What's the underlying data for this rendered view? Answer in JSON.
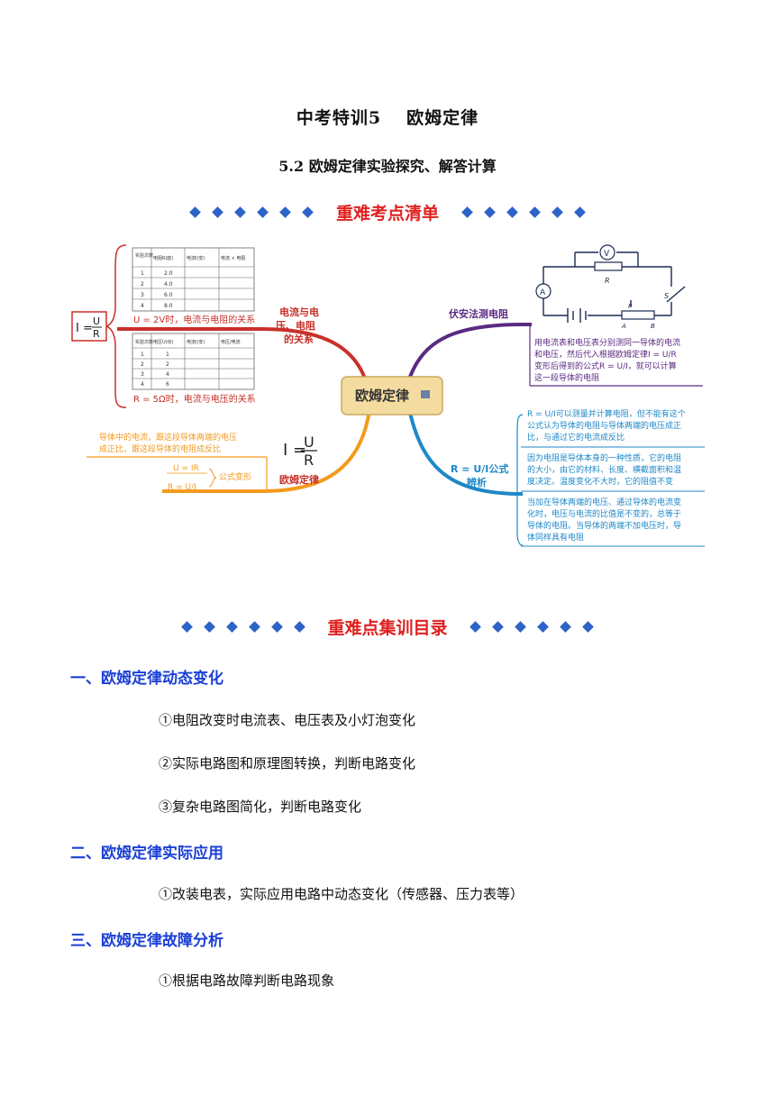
{
  "header": {
    "title_part1": "中考特训5",
    "title_part2": "欧姆定律",
    "subtitle": "5.2 欧姆定律实验探究、解答计算"
  },
  "banners": {
    "key_points": "重难考点清单",
    "catalog": "重难点集训目录"
  },
  "mindmap": {
    "center": "欧姆定律",
    "formula_I_left": "I =",
    "formula_U": "U",
    "formula_R": "R",
    "left_branch": {
      "label_line1": "电流与电",
      "label_line2": "压、电阻",
      "label_line3": "的关系",
      "table1": {
        "headers": [
          "实验次数",
          "电阻R(欧)",
          "电流I(安)",
          "电流 × 电阻"
        ],
        "rows": [
          [
            "1",
            "2.0"
          ],
          [
            "2",
            "4.0"
          ],
          [
            "3",
            "6.0"
          ],
          [
            "4",
            "8.0"
          ]
        ],
        "caption": "U = 2V时，电流与电阻的关系"
      },
      "table2": {
        "headers": [
          "实验次数",
          "电压U(伏)",
          "电流I(安)",
          "电压/电流"
        ],
        "rows": [
          [
            "1",
            "1"
          ],
          [
            "2",
            "2"
          ],
          [
            "3",
            "4"
          ],
          [
            "4",
            "6"
          ]
        ],
        "caption": "R = 5Ω时，电流与电压的关系"
      }
    },
    "ohm_branch": {
      "label": "欧姆定律",
      "statement_line1": "导体中的电流，跟这段导体两端的电压",
      "statement_line2": "成正比，跟这段导体的电阻成反比",
      "transform_label": "公式变形",
      "formula1": "U = IR",
      "formula2": "R = U/I"
    },
    "voltammeter_branch": {
      "label": "伏安法测电阻",
      "text_lines": [
        "用电流表和电压表分别测同一导体的电流",
        "和电压，然后代入根据欧姆定律I = U/R",
        "变形后得到的公式R = U/I，就可以计算",
        "这一段导体的电阻"
      ],
      "circuit_labels": {
        "voltmeter": "V",
        "ammeter": "A",
        "resistor": "R",
        "switch": "S",
        "slider": "P",
        "end_a": "A",
        "end_b": "B"
      }
    },
    "analysis_branch": {
      "label_line1": "R = U/I公式",
      "label_line2": "辨析",
      "box1_lines": [
        "R = U/I可以测量并计算电阻，但不能有这个",
        "公式认为导体的电阻与导体两端的电压成正",
        "比，与通过它的电流成反比"
      ],
      "box2_lines": [
        "因为电阻是导体本身的一种性质，它的电阻",
        "的大小，由它的材料、长度、横截面积和温",
        "度决定。温度变化不大时，它的阻值不变"
      ],
      "box3_lines": [
        "当加在导体两端的电压、通过导体的电流变",
        "化时，电压与电流的比值是不变的，总等于",
        "导体的电阻。当导体的两端不加电压时，导",
        "体同样具有电阻"
      ]
    }
  },
  "sections": [
    {
      "heading": "一、欧姆定律动态变化",
      "items": [
        "①电阻改变时电流表、电压表及小灯泡变化",
        "②实际电路图和原理图转换，判断电路变化",
        "③复杂电路图简化，判断电路变化"
      ]
    },
    {
      "heading": "二、欧姆定律实际应用",
      "items": [
        "①改装电表，实际应用电路中动态变化（传感器、压力表等）"
      ]
    },
    {
      "heading": "三、欧姆定律故障分析",
      "items": [
        "①根据电路故障判断电路现象"
      ]
    }
  ],
  "colors": {
    "accent_red": "#e02020",
    "heading_blue": "#1a3fd6",
    "diamond_blue": "#2d63c8",
    "branch_red": "#c8302a",
    "branch_orange": "#f39a1e",
    "branch_purple": "#5a2a82",
    "branch_blue": "#1e88c8",
    "center_fill": "#f4dca0"
  }
}
